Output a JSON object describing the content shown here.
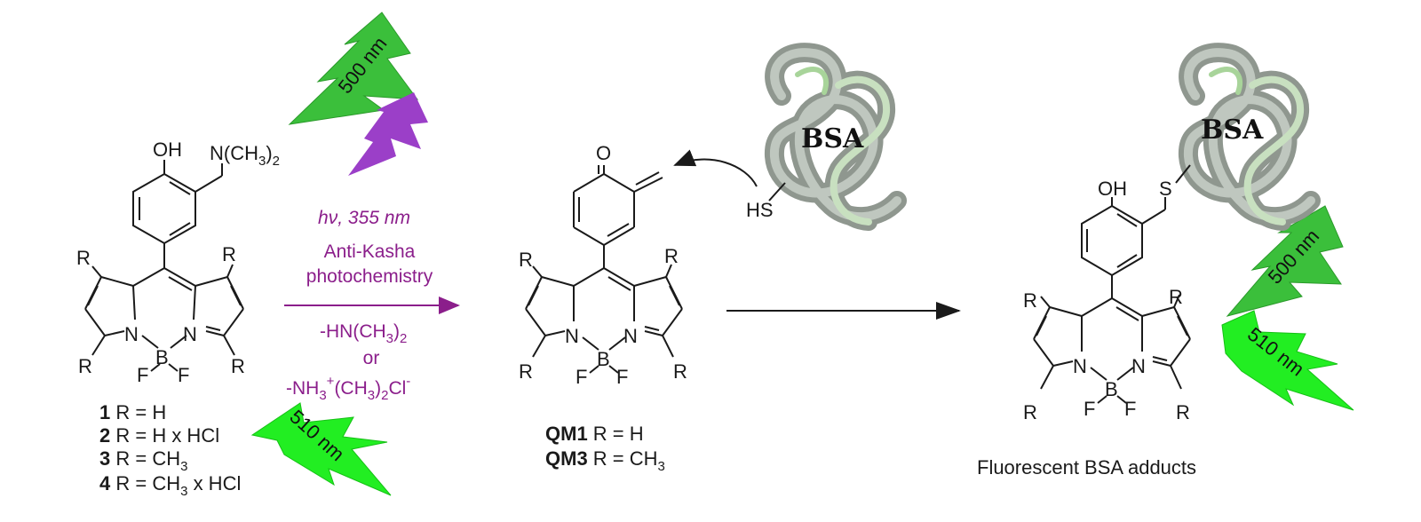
{
  "colors": {
    "flash_green_dark": "#3bbf3b",
    "flash_green_bright": "#22ee22",
    "flash_purple": "#9b3fc8",
    "condition_text": "#8b1e8b",
    "protein": "#9aa39a",
    "bond": "#1a1a1a"
  },
  "flashes": {
    "green_500_left": "500 nm",
    "green_510_left": "510 nm",
    "green_500_right": "500 nm",
    "green_510_right": "510 nm"
  },
  "starting_material": {
    "oh": "OH",
    "amine_main": "N(CH",
    "amine_sub": "3",
    "amine_close": ")",
    "amine_sub2": "2",
    "r_labels": [
      "R",
      "R",
      "R",
      "R"
    ],
    "n_left": "N",
    "b": "B",
    "n_right": "N",
    "f1": "F",
    "f2": "F",
    "compounds": [
      {
        "num": "1",
        "text": " R = H"
      },
      {
        "num": "2",
        "text": " R = H x HCl"
      },
      {
        "num": "3",
        "text": " R = CH",
        "sub": "3"
      },
      {
        "num": "4",
        "text": " R = CH",
        "sub": "3",
        "tail": " x HCl"
      }
    ]
  },
  "conditions": {
    "hv": "hν, 355 nm",
    "line1": "Anti-Kasha",
    "line2": "photochemistry",
    "leaving1_main": "-HN(CH",
    "leaving1_sub": "3",
    "leaving1_close": ")",
    "leaving1_sub2": "2",
    "or": "or",
    "leaving2_main": "-NH",
    "leaving2_sup": "+",
    "leaving2_mid": "(CH",
    "leaving2_sub": "3",
    "leaving2_close": ")",
    "leaving2_sub2": "2",
    "leaving2_tail": "Cl",
    "leaving2_sup2": "-"
  },
  "quinone_methide": {
    "o": "O",
    "r_labels": [
      "R",
      "R",
      "R",
      "R"
    ],
    "n_left": "N",
    "b": "B",
    "n_right": "N",
    "f1": "F",
    "f2": "F",
    "compounds": [
      {
        "num": "QM1",
        "text": " R = H"
      },
      {
        "num": "QM3",
        "text": " R = CH",
        "sub": "3"
      }
    ]
  },
  "protein": {
    "label_left": "BSA",
    "label_right": "BSA",
    "thiol": "HS",
    "sulfur": "S"
  },
  "adduct": {
    "oh": "OH",
    "r_labels": [
      "R",
      "R",
      "R",
      "R"
    ],
    "n_left": "N",
    "b": "B",
    "n_right": "N",
    "f1": "F",
    "f2": "F",
    "caption": "Fluorescent BSA adducts"
  }
}
